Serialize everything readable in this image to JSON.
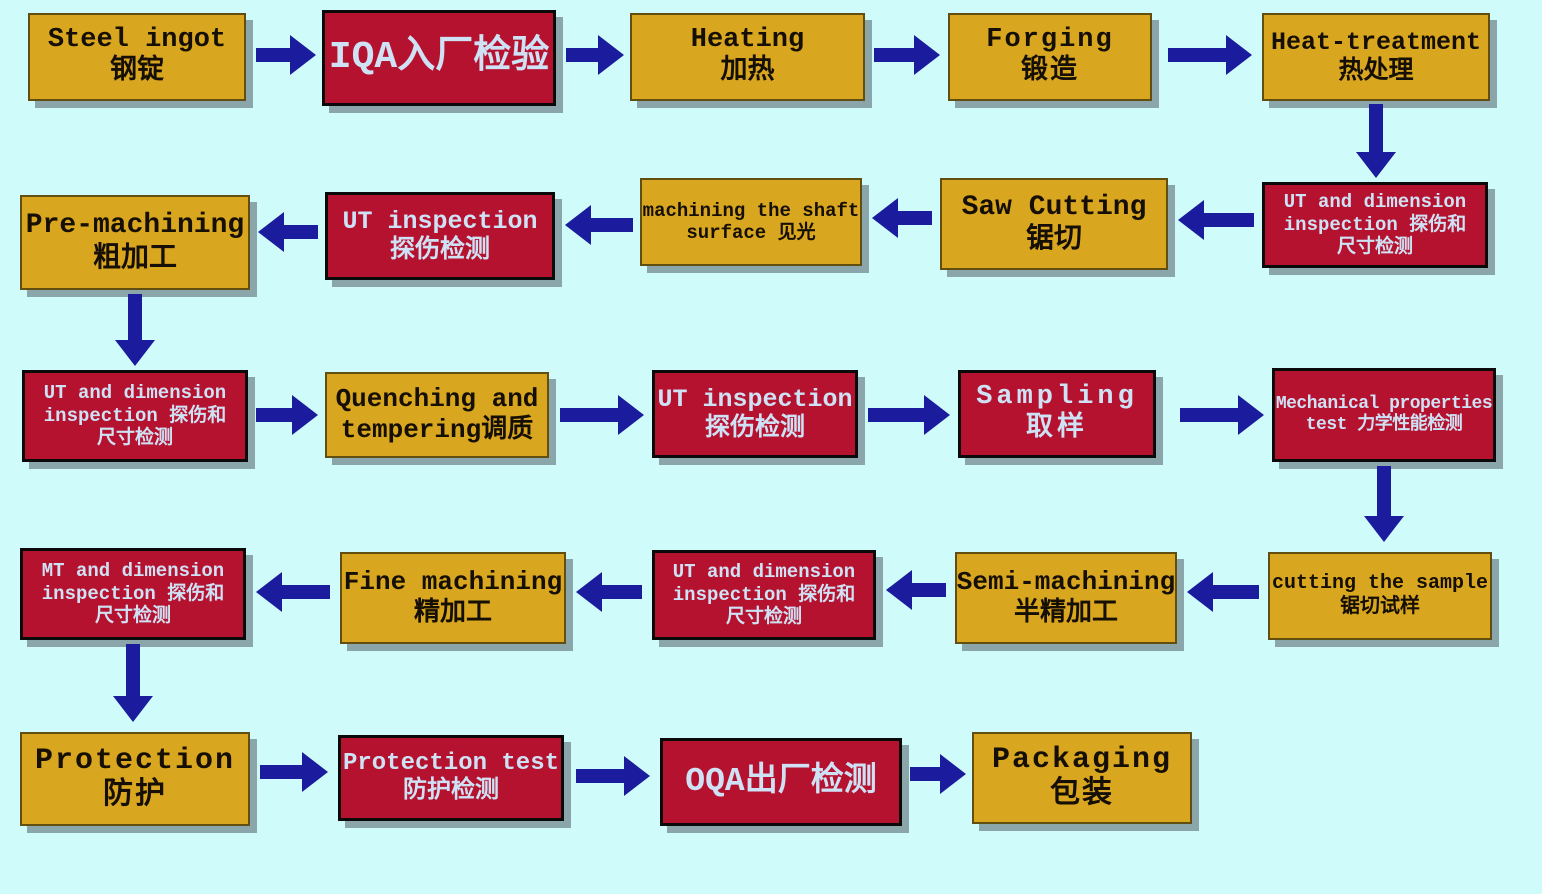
{
  "diagram_title": "Forged shaft manufacturing and inspection process flow",
  "palette": {
    "background": "#CFFBFA",
    "process_box_fill": "#D9A61F",
    "process_box_text": "#150F05",
    "inspection_box_fill": "#B5122F",
    "inspection_box_text": "#CFE1F4",
    "arrow": "#1B1B9E"
  },
  "nodes": [
    {
      "name": "steel-ingot",
      "type": "process",
      "lines": [
        "Steel ingot",
        "钢锭"
      ]
    },
    {
      "name": "iqa-incoming-inspection",
      "type": "inspection",
      "lines": [
        "IQA入厂检验"
      ]
    },
    {
      "name": "heating",
      "type": "process",
      "lines": [
        "Heating",
        "加热"
      ]
    },
    {
      "name": "forging",
      "type": "process",
      "lines": [
        "Forging",
        "锻造"
      ]
    },
    {
      "name": "heat-treatment",
      "type": "process",
      "lines": [
        "Heat-treatment",
        "热处理"
      ]
    },
    {
      "name": "ut-dimension-inspection-1",
      "type": "inspection",
      "lines": [
        "UT and dimension",
        "inspection 探伤和",
        "尺寸检测"
      ]
    },
    {
      "name": "saw-cutting",
      "type": "process",
      "lines": [
        "Saw Cutting",
        "锯切"
      ]
    },
    {
      "name": "machining-shaft-surface",
      "type": "process",
      "lines": [
        "machining the shaft",
        "surface 见光"
      ]
    },
    {
      "name": "ut-inspection-1",
      "type": "inspection",
      "lines": [
        "UT inspection",
        "探伤检测"
      ]
    },
    {
      "name": "pre-machining",
      "type": "process",
      "lines": [
        "Pre-machining",
        "粗加工"
      ]
    },
    {
      "name": "ut-dimension-inspection-2",
      "type": "inspection",
      "lines": [
        "UT and dimension",
        "inspection 探伤和",
        "尺寸检测"
      ]
    },
    {
      "name": "quenching-tempering",
      "type": "process",
      "lines": [
        "Quenching and",
        "tempering调质"
      ]
    },
    {
      "name": "ut-inspection-2",
      "type": "inspection",
      "lines": [
        "UT inspection",
        "探伤检测"
      ]
    },
    {
      "name": "sampling",
      "type": "inspection",
      "lines": [
        "Sampling",
        "取样"
      ]
    },
    {
      "name": "mechanical-properties-test",
      "type": "inspection",
      "lines": [
        "Mechanical properties",
        "test 力学性能检测"
      ]
    },
    {
      "name": "cutting-the-sample",
      "type": "process",
      "lines": [
        "cutting the sample",
        "锯切试样"
      ]
    },
    {
      "name": "semi-machining",
      "type": "process",
      "lines": [
        "Semi-machining",
        "半精加工"
      ]
    },
    {
      "name": "ut-dimension-inspection-3",
      "type": "inspection",
      "lines": [
        "UT and dimension",
        "inspection 探伤和",
        "尺寸检测"
      ]
    },
    {
      "name": "fine-machining",
      "type": "process",
      "lines": [
        "Fine machining",
        "精加工"
      ]
    },
    {
      "name": "mt-dimension-inspection",
      "type": "inspection",
      "lines": [
        "MT and dimension",
        "inspection 探伤和",
        "尺寸检测"
      ]
    },
    {
      "name": "protection",
      "type": "process",
      "lines": [
        "Protection",
        "防护"
      ]
    },
    {
      "name": "protection-test",
      "type": "inspection",
      "lines": [
        "Protection test",
        "防护检测"
      ]
    },
    {
      "name": "oqa-outgoing-inspection",
      "type": "inspection",
      "lines": [
        "OQA出厂检测"
      ]
    },
    {
      "name": "packaging",
      "type": "process",
      "lines": [
        "Packaging",
        "包装"
      ]
    }
  ],
  "edges": [
    {
      "from": "steel-ingot",
      "to": "iqa-incoming-inspection",
      "direction": "right"
    },
    {
      "from": "iqa-incoming-inspection",
      "to": "heating",
      "direction": "right"
    },
    {
      "from": "heating",
      "to": "forging",
      "direction": "right"
    },
    {
      "from": "forging",
      "to": "heat-treatment",
      "direction": "right"
    },
    {
      "from": "heat-treatment",
      "to": "ut-dimension-inspection-1",
      "direction": "down"
    },
    {
      "from": "ut-dimension-inspection-1",
      "to": "saw-cutting",
      "direction": "left"
    },
    {
      "from": "saw-cutting",
      "to": "machining-shaft-surface",
      "direction": "left"
    },
    {
      "from": "machining-shaft-surface",
      "to": "ut-inspection-1",
      "direction": "left"
    },
    {
      "from": "ut-inspection-1",
      "to": "pre-machining",
      "direction": "left"
    },
    {
      "from": "pre-machining",
      "to": "ut-dimension-inspection-2",
      "direction": "down"
    },
    {
      "from": "ut-dimension-inspection-2",
      "to": "quenching-tempering",
      "direction": "right"
    },
    {
      "from": "quenching-tempering",
      "to": "ut-inspection-2",
      "direction": "right"
    },
    {
      "from": "ut-inspection-2",
      "to": "sampling",
      "direction": "right"
    },
    {
      "from": "sampling",
      "to": "mechanical-properties-test",
      "direction": "right"
    },
    {
      "from": "mechanical-properties-test",
      "to": "cutting-the-sample",
      "direction": "down"
    },
    {
      "from": "cutting-the-sample",
      "to": "semi-machining",
      "direction": "left"
    },
    {
      "from": "semi-machining",
      "to": "ut-dimension-inspection-3",
      "direction": "left"
    },
    {
      "from": "ut-dimension-inspection-3",
      "to": "fine-machining",
      "direction": "left"
    },
    {
      "from": "fine-machining",
      "to": "mt-dimension-inspection",
      "direction": "left"
    },
    {
      "from": "mt-dimension-inspection",
      "to": "protection",
      "direction": "down"
    },
    {
      "from": "protection",
      "to": "protection-test",
      "direction": "right"
    },
    {
      "from": "protection-test",
      "to": "oqa-outgoing-inspection",
      "direction": "right"
    },
    {
      "from": "oqa-outgoing-inspection",
      "to": "packaging",
      "direction": "right"
    }
  ]
}
